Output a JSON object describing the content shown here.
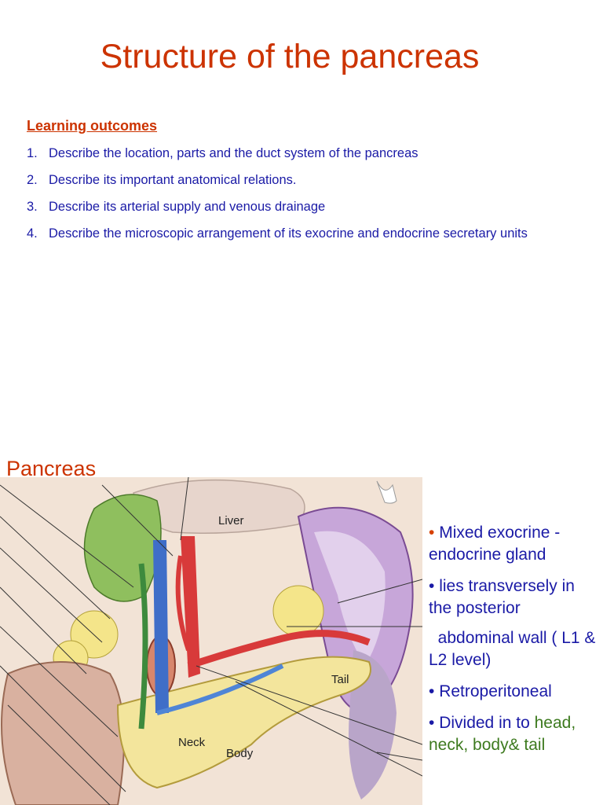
{
  "slide1": {
    "title": "Structure of the pancreas",
    "learning_heading": "Learning outcomes",
    "outcomes": [
      {
        "num": "1.",
        "text": "Describe the location, parts and the duct system of the pancreas"
      },
      {
        "num": "2.",
        "text": "Describe its important anatomical relations."
      },
      {
        "num": "3.",
        "text": "Describe its arterial supply and venous drainage"
      },
      {
        "num": "4.",
        "text": "Describe the microscopic arrangement of its exocrine and endocrine secretary units"
      }
    ]
  },
  "slide2": {
    "title": "Pancreas",
    "figure_labels": {
      "liver": "Liver",
      "tail": "Tail",
      "neck": "Neck",
      "body": "Body"
    },
    "bullets": {
      "b1": "Mixed exocrine - endocrine gland",
      "b2": "lies transversely in the posterior",
      "b2_cont": "abdominal wall ( L1 & L2 level)",
      "b3": "Retroperitoneal",
      "b4_prefix": "Divided in to",
      "b4_highlight_1": "head,",
      "b4_highlight_2": "neck, body& tail"
    },
    "bullet_char": "•"
  },
  "colors": {
    "title": "#cc3300",
    "body_text": "#1a1aa6",
    "highlight": "#3d7a1f"
  }
}
